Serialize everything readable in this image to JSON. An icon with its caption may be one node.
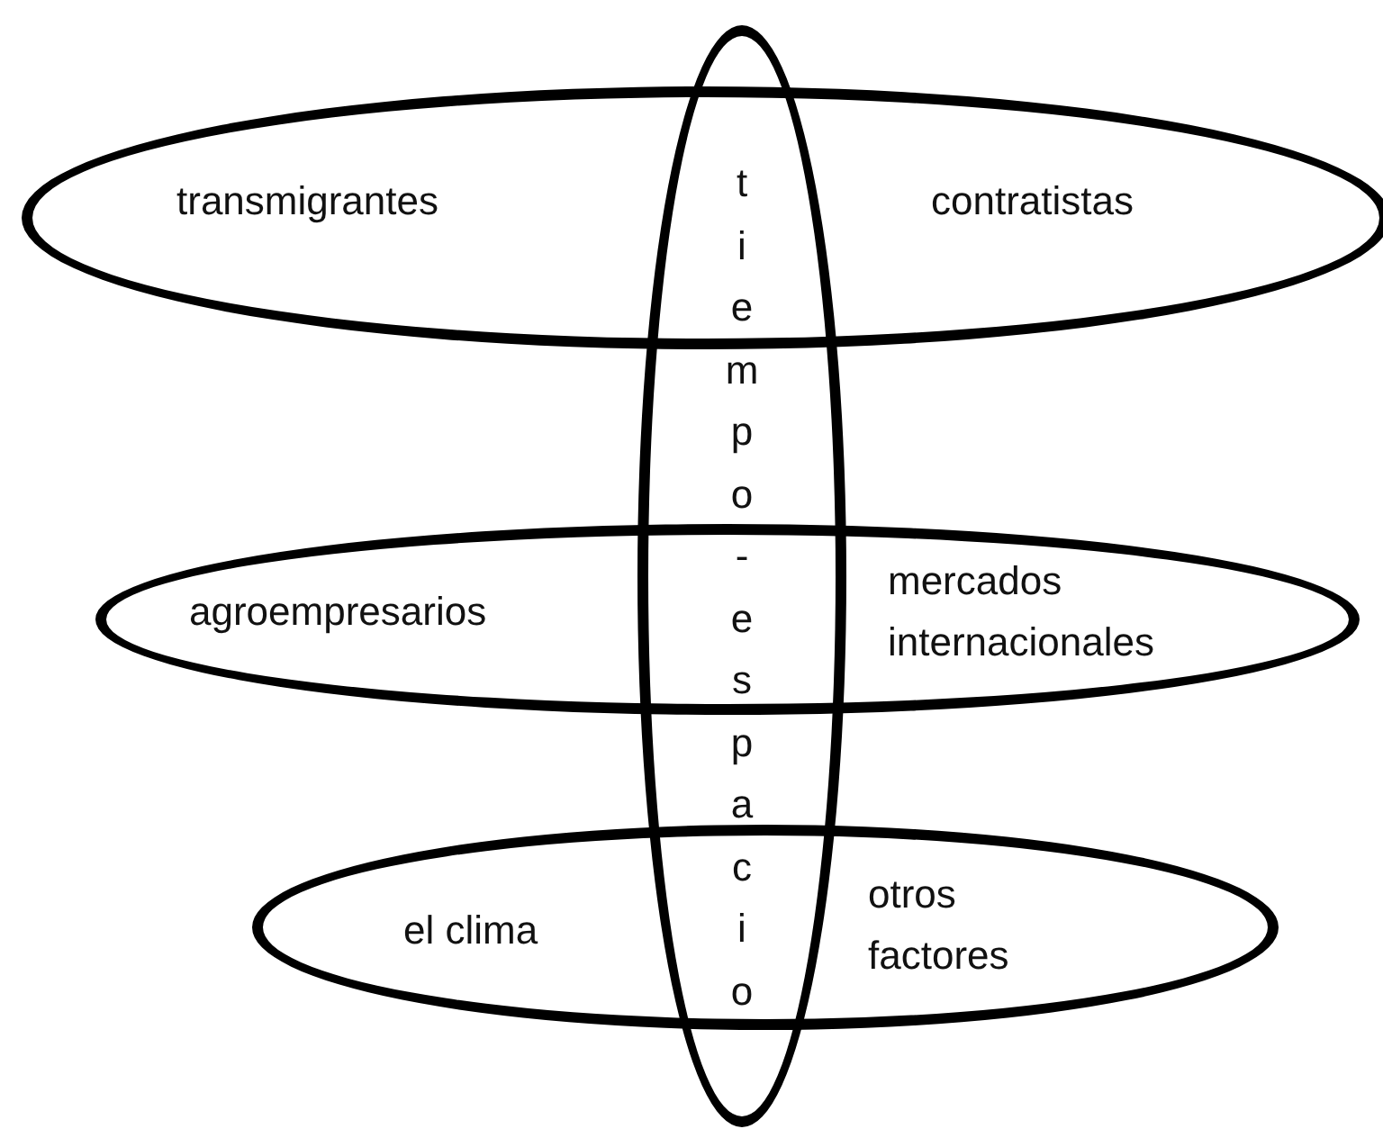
{
  "diagram": {
    "nodes": [
      {
        "text": [
          "transmigrantes",
          "contratistas"
        ]
      },
      {
        "text": [
          "tiempo-espacio"
        ]
      },
      {
        "text": [
          "agroempresarios",
          "mercados internacionales"
        ]
      },
      {
        "text": [
          "el clima",
          "otros factores"
        ]
      }
    ]
  }
}
